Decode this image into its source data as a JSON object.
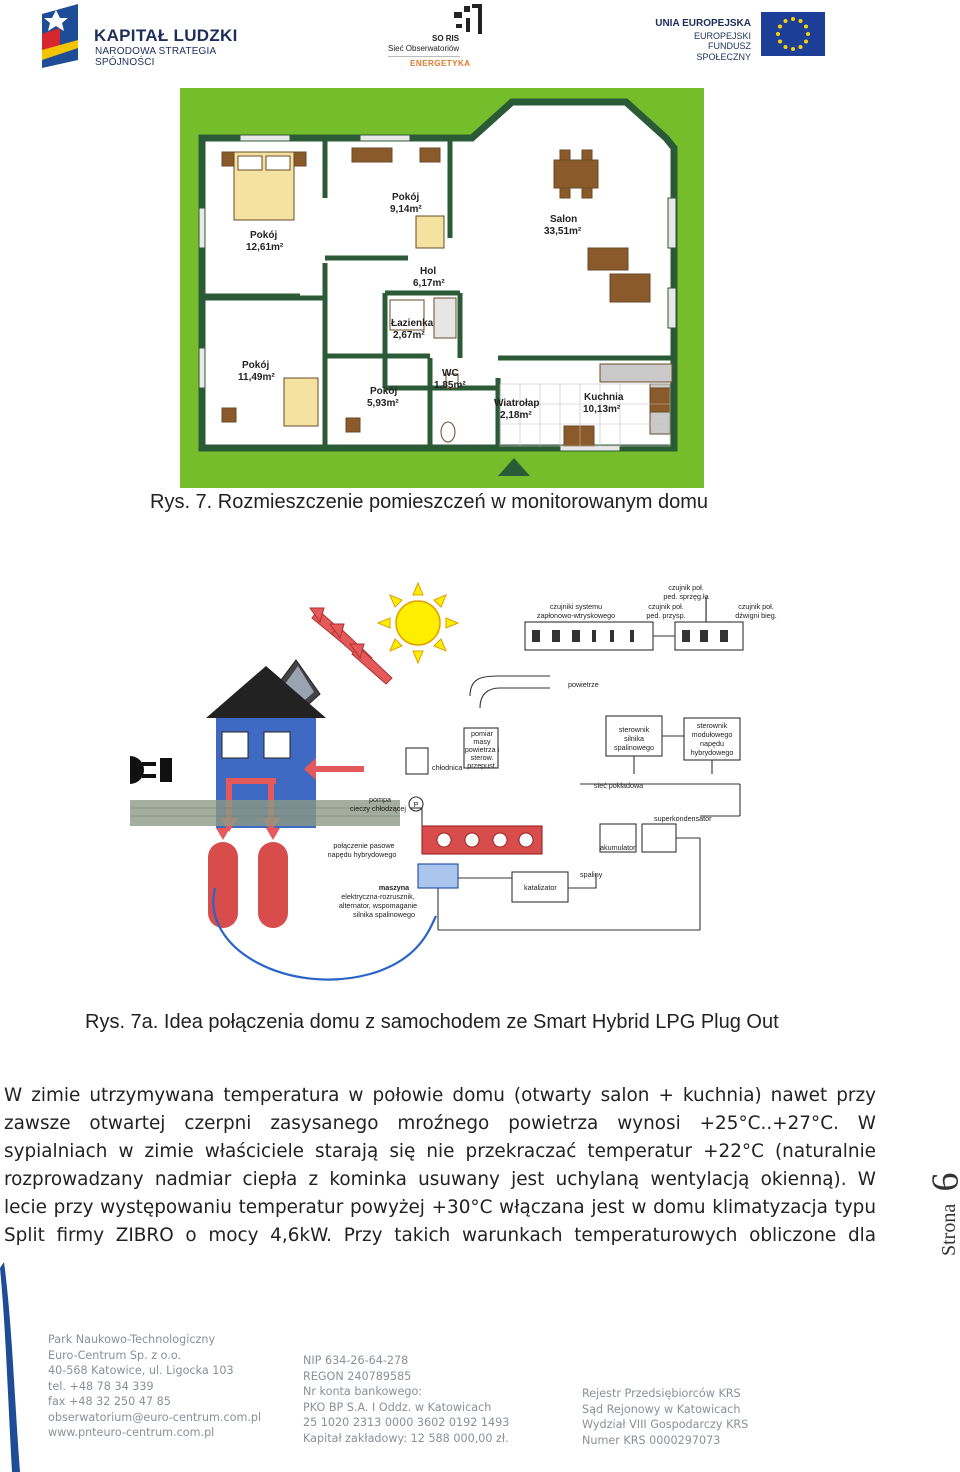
{
  "header": {
    "kapital_title": "KAPITAŁ LUDZKI",
    "kapital_subtitle": "NARODOWA STRATEGIA SPÓJNOŚCI",
    "soris_title": "SO RIS",
    "soris_network": "Sieć Obserwatoriów",
    "soris_energy": "ENERGETYKA",
    "ue_title": "UNIA EUROPEJSKA",
    "ue_line1": "EUROPEJSKI",
    "ue_line2": "FUNDUSZ SPOŁECZNY"
  },
  "floor_plan": {
    "rooms": [
      {
        "name": "Pokój",
        "area": "12,61m²"
      },
      {
        "name": "Pokój",
        "area": "9,14m²"
      },
      {
        "name": "Salon",
        "area": "33,51m²"
      },
      {
        "name": "Hol",
        "area": "6,17m²"
      },
      {
        "name": "Łazienka",
        "area": "2,67m²"
      },
      {
        "name": "Pokój",
        "area": "11,49m²"
      },
      {
        "name": "Pokój",
        "area": "5,93m²"
      },
      {
        "name": "WC",
        "area": "1,85m²"
      },
      {
        "name": "Wiatrołap",
        "area": "2,18m²"
      },
      {
        "name": "Kuchnia",
        "area": "10,13m²"
      }
    ]
  },
  "captions": {
    "fig7": "Rys. 7. Rozmieszczenie pomieszczeń w monitorowanym domu",
    "fig7a": "Rys. 7a. Idea połączenia domu z samochodem ze Smart Hybrid LPG Plug Out"
  },
  "diagram": {
    "sensors_injection": [
      "czujniki systemu",
      "zapłonowo-wtryskowego"
    ],
    "sensor_clutch": [
      "czujnik poł.",
      "ped. sprzęg.ła"
    ],
    "sensor_accel": [
      "czujnik poł.",
      "ped. przysp."
    ],
    "sensor_gear": [
      "czujnik poł.",
      "dźwigni bieg."
    ],
    "air": "powietrze",
    "radiator": "chłodnica",
    "air_mass": [
      "pomiar",
      "masy",
      "powietrza i",
      "sterow.",
      "przepust."
    ],
    "ecu_engine": [
      "sterownik",
      "silnika",
      "spalinowego"
    ],
    "ecu_hybrid": [
      "sterownik",
      "modułowego",
      "napędu",
      "hybrydowego"
    ],
    "network": "sieć pokładowa",
    "pump": [
      "pompa",
      "cieczy chłodzącej"
    ],
    "pump_symbol": "P",
    "supercap": "superkondensator",
    "belt": [
      "połączenie pasowe",
      "napędu hybrydowego"
    ],
    "battery": "akumulator",
    "exhaust": "spaliny",
    "catalyst": "katalizator",
    "emachine_title": "maszyna",
    "emachine": [
      "elektryczna-rozrusznik,",
      "alternator, wspomaganie",
      "silnika spalinowego"
    ]
  },
  "body_lines": [
    "W zimie utrzymywana temperatura w połowie domu (otwarty salon + kuchnia) nawet przy",
    "zawsze otwartej czerpni zasysanego mroźnego powietrza wynosi +25°C..+27°C. W",
    "sypialniach w zimie właściciele starają się nie przekraczać temperatur +22°C (naturalnie",
    "rozprowadzany nadmiar ciepła z kominka usuwany jest uchylaną wentylacją okienną). W",
    "lecie przy występowaniu temperatur powyżej +30°C włączana jest w domu klimatyzacja typu",
    "Split firmy ZIBRO o mocy 4,6kW. Przy takich warunkach temperaturowych obliczone dla"
  ],
  "page_marker": {
    "label": "Strona",
    "number": "6"
  },
  "footer": {
    "col1": [
      "Park Naukowo-Technologiczny",
      "Euro-Centrum Sp. z o.o.",
      "40-568 Katowice, ul. Ligocka 103",
      "tel. +48 78 34 339",
      "fax +48 32 250 47 85",
      "obserwatorium@euro-centrum.com.pl",
      "www.pnteuro-centrum.com.pl"
    ],
    "col2": [
      "NIP 634-26-64-278",
      "REGON 240789585",
      "Nr konta bankowego:",
      "PKO BP S.A. I Oddz. w Katowicach",
      "25 1020 2313 0000 3602 0192 1493",
      "Kapitał zakładowy: 12 588 000,00 zł."
    ],
    "col3": [
      "Rejestr Przedsiębiorców KRS",
      "Sąd Rejonowy w Katowicach",
      "Wydział VIII Gospodarczy KRS",
      "Numer KRS 0000297073"
    ]
  }
}
